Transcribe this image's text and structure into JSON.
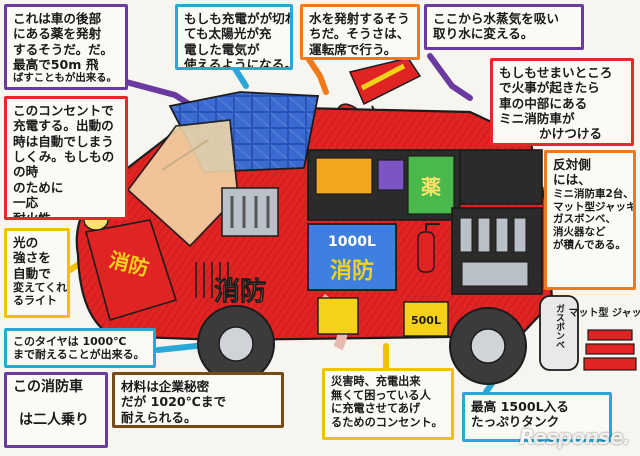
{
  "callouts": {
    "rear_nozzle": {
      "lines": [
        "これは車の後部",
        "にある薬を発射",
        "するそうだ。だ。",
        "最高で50m 飛",
        "ばすこともが出来る。"
      ],
      "border_color": "#6a3aa0"
    },
    "solar_power": {
      "lines": [
        "もしも充電がが切れ",
        "ても太陽光が充",
        "電した電気が",
        "使えるようになる。"
      ],
      "border_color": "#29a8d8"
    },
    "water_cannon": {
      "lines": [
        "水を発射するそう",
        "ちだ。そうさは、",
        "運転席で行う。"
      ],
      "border_color": "#f07a1a"
    },
    "steam_intake": {
      "lines": [
        "ここから水蒸気を吸い",
        "取り水に変える。"
      ],
      "border_color": "#6a3aa0"
    },
    "mini_trucks": {
      "lines": [
        "もしもせまいところ",
        "で火事が起きたら",
        "車の中部にある",
        "ミニ消防車が",
        "かけつける"
      ],
      "border_color": "#e32a2a"
    },
    "outlet_auto": {
      "lines": [
        "このコンセントで",
        "充電する。出動の",
        "時は自動でしまう",
        "しくみ。もしもの",
        "の時",
        "のために",
        "一応",
        "耐火性。"
      ],
      "border_color": "#e32a2a"
    },
    "auto_light": {
      "lines": [
        "光の",
        "強さを",
        "自動で",
        "変えてくれ",
        "るライト"
      ],
      "border_color": "#f2c200"
    },
    "equipment": {
      "lines": [
        "反対側",
        "には、",
        "ミニ消防車2台、",
        "マット型ジャッキ",
        "ガスボンベ、",
        "消火器など",
        "が積んである。"
      ],
      "border_color": "#f07a1a"
    },
    "tires": {
      "lines": [
        "このタイヤは 1000℃",
        "まで耐えることが出来る。"
      ],
      "border_color": "#29a8d8"
    },
    "crew": {
      "lines": [
        "この消防車",
        "",
        "は二人乗り"
      ],
      "border_color": "#6a3aa0"
    },
    "materials": {
      "lines": [
        "材料は企業秘密",
        "だが 1020℃まで",
        "耐えられる。"
      ],
      "border_color": "#7a4a1a"
    },
    "disaster_outlet": {
      "lines": [
        "災害時、充電出来",
        "無くて困っている人",
        "に充電させてあげ",
        "るためのコンセント。"
      ],
      "border_color": "#f2c200"
    },
    "water_tank": {
      "lines": [
        "最高 1500L入る",
        "たっぷりタンク"
      ],
      "border_color": "#29a8d8"
    }
  },
  "truck": {
    "side_label": "消防",
    "front_label": "消防",
    "tank_volume": "1000L",
    "tank_label": "消防",
    "rear_tank_volume": "500L",
    "medicine_sign": "薬",
    "gas_cylinder_label": "ガスボンベ",
    "jack_label": "マット型\nジャッキ",
    "mini_truck_count_label": "ミ",
    "colors": {
      "body": "#e02424",
      "body_dark": "#b8151b",
      "solar": "#2a53b8",
      "cab_glass": "#f3d9a8",
      "wheel": "#3b3b3b",
      "hose": "#e9b9b0",
      "yellow": "#f5d21a",
      "steel": "#b9c0c8",
      "outline": "#1c1c1c"
    }
  },
  "watermark": {
    "text_main": "esponse.",
    "text_r": "R"
  }
}
